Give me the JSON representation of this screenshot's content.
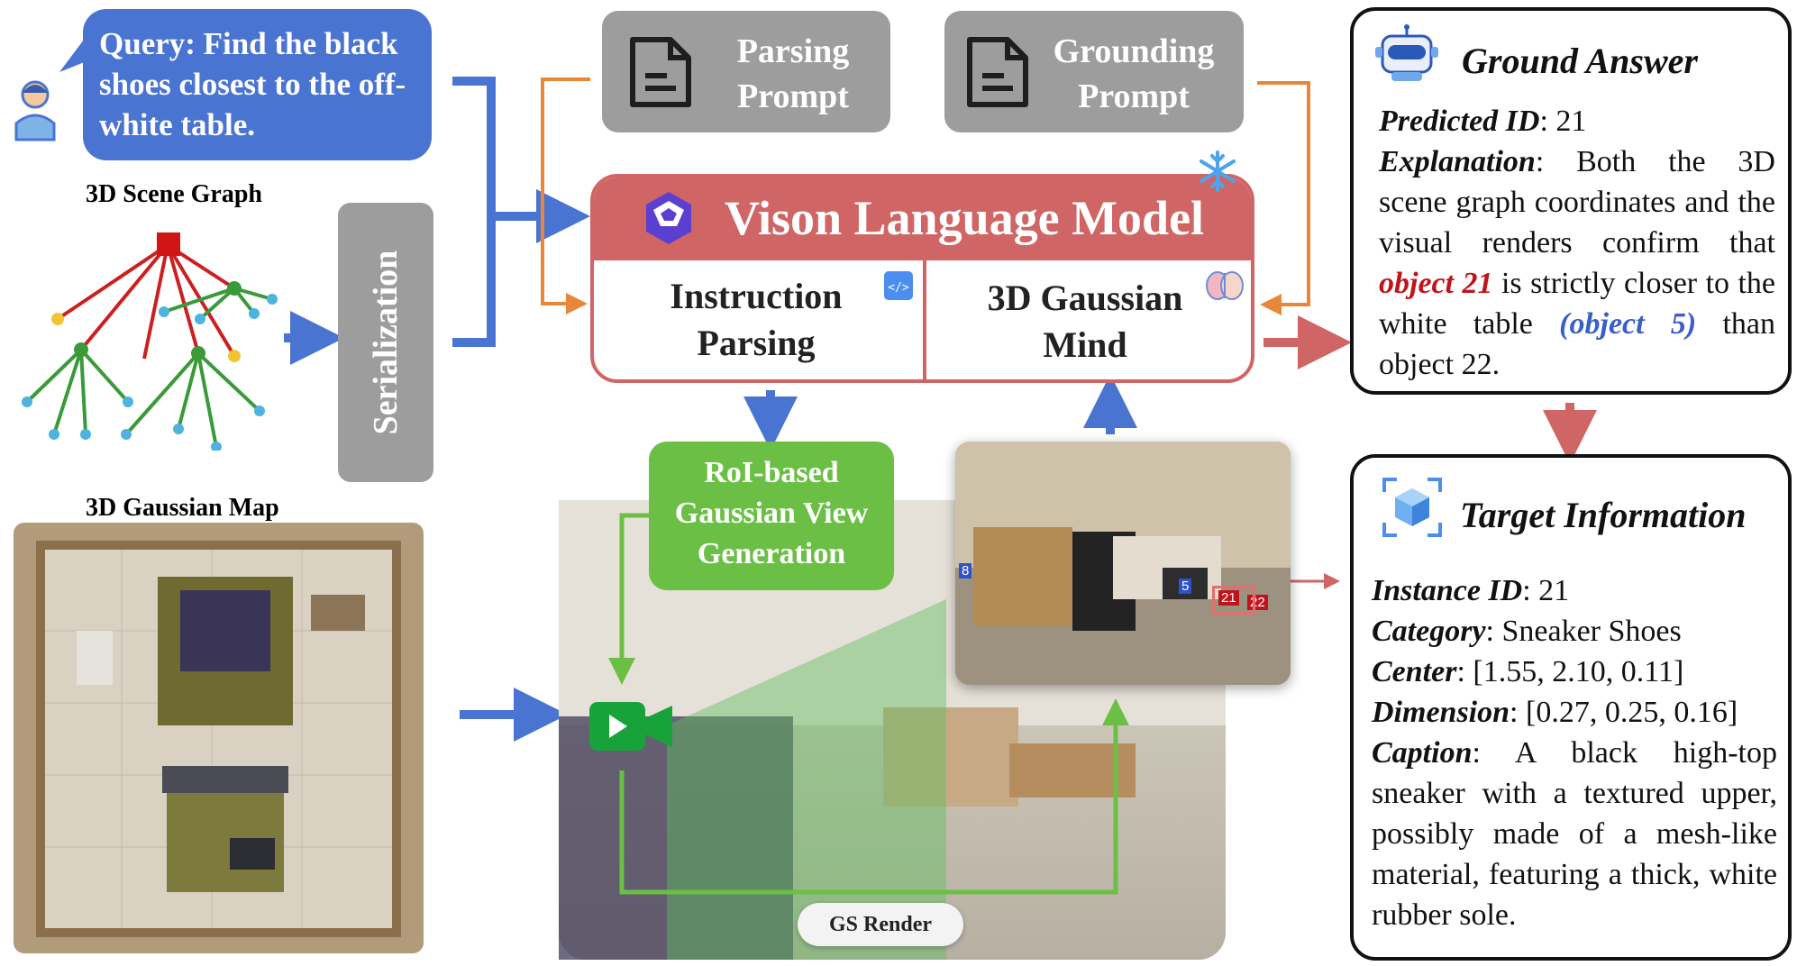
{
  "query": {
    "text": "Query: Find the black shoes closest to the off-white table."
  },
  "scene_graph_label": "3D Scene Graph",
  "gaussian_map_label": "3D Gaussian Map",
  "serialization_label": "Serialization",
  "parsing_prompt": {
    "line1": "Parsing",
    "line2": "Prompt"
  },
  "grounding_prompt": {
    "line1": "Grounding",
    "line2": "Prompt"
  },
  "vlm": {
    "title": "Vison Language Model",
    "left_line1": "Instruction",
    "left_line2": "Parsing",
    "right_line1": "3D Gaussian",
    "right_line2": "Mind"
  },
  "roi": {
    "line1": "RoI-based",
    "line2": "Gaussian View",
    "line3": "Generation"
  },
  "gs_render_label": "GS Render",
  "render_tags": {
    "t8": "8",
    "t5": "5",
    "t21": "21",
    "t22": "22"
  },
  "ground_answer": {
    "title": "Ground Answer",
    "predicted_id_key": "Predicted ID",
    "predicted_id_value": ": 21",
    "explanation_key": "Explanation",
    "explanation_part1": ": Both the 3D scene graph coordinates and the visual renders confirm that ",
    "explanation_object": "object 21",
    "explanation_part2": " is strictly closer to the white table ",
    "explanation_ref": "(object 5)",
    "explanation_part3": " than object 22."
  },
  "target_info": {
    "title": "Target Information",
    "instance_id_key": "Instance ID",
    "instance_id_value": ": 21",
    "category_key": "Category",
    "category_value": ": Sneaker Shoes",
    "center_key": "Center",
    "center_value": ": [1.55, 2.10, 0.11]",
    "dimension_key": "Dimension",
    "dimension_value": ": [0.27, 0.25,  0.16]",
    "caption_key": "Caption",
    "caption_value": ": A black high-top sneaker with a textured upper, possibly made of a mesh-like material, featuring a thick, white rubber sole."
  },
  "colors": {
    "query_blue": "#4a74d1",
    "vlm_red": "#d06565",
    "roi_green": "#6bbf45",
    "prompt_gray": "#9d9d9d",
    "arrow_orange": "#e8873a",
    "object_red": "#c0141c",
    "ref_blue": "#3a5fc8"
  },
  "icons": [
    "user-icon",
    "document-icon",
    "vlm-logo-icon",
    "snowflake-icon",
    "code-icon",
    "brain-icon",
    "robot-icon",
    "cube-icon",
    "camera-icon"
  ]
}
